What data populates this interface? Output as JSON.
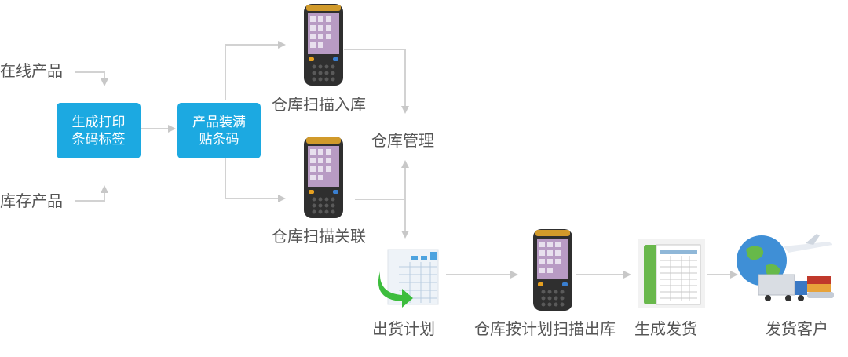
{
  "inputs": {
    "online": "在线产品",
    "stock": "库存产品"
  },
  "boxes": {
    "print_label": [
      "生成打印",
      "条码标签"
    ],
    "attach_label": [
      "产品装满",
      "贴条码"
    ]
  },
  "steps": {
    "scan_in": "仓库扫描入库",
    "warehouse_mgmt": "仓库管理",
    "scan_link": "仓库扫描关联",
    "ship_plan": "出货计划",
    "scan_out": "仓库按计划扫描出库",
    "create_shipment": "生成发货",
    "ship_customer": "发货客户"
  },
  "colors": {
    "box": "#1ca9e1",
    "arrow": "#c8c8c8",
    "text": "#555555"
  },
  "icons": [
    "handheld-scanner-icon",
    "spreadsheet-plan-icon",
    "ledger-book-icon",
    "global-logistics-icon"
  ]
}
